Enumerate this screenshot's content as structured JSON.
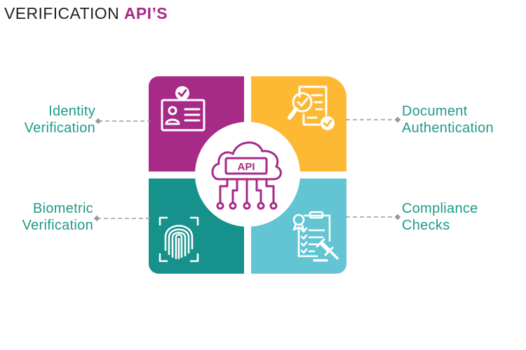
{
  "title": {
    "prefix": "VERIFICATION ",
    "emphasis": "API’S"
  },
  "center": {
    "badge_text": "API",
    "icon": "cloud-api-icon"
  },
  "colors": {
    "magenta": "#a72a87",
    "amber": "#fdb933",
    "teal": "#16918b",
    "sky": "#63c4d3",
    "label_text": "#1f9a8a",
    "connector": "#9a9a9a"
  },
  "quadrants": [
    {
      "id": "identity",
      "line1": "Identity",
      "line2": "Verification",
      "icon": "id-card-check-icon"
    },
    {
      "id": "document",
      "line1": "Document",
      "line2": "Authentication",
      "icon": "document-search-check-icon"
    },
    {
      "id": "biometric",
      "line1": "Biometric",
      "line2": "Verification",
      "icon": "fingerprint-scan-icon"
    },
    {
      "id": "compliance",
      "line1": "Compliance",
      "line2": "Checks",
      "icon": "checklist-gavel-icon"
    }
  ]
}
